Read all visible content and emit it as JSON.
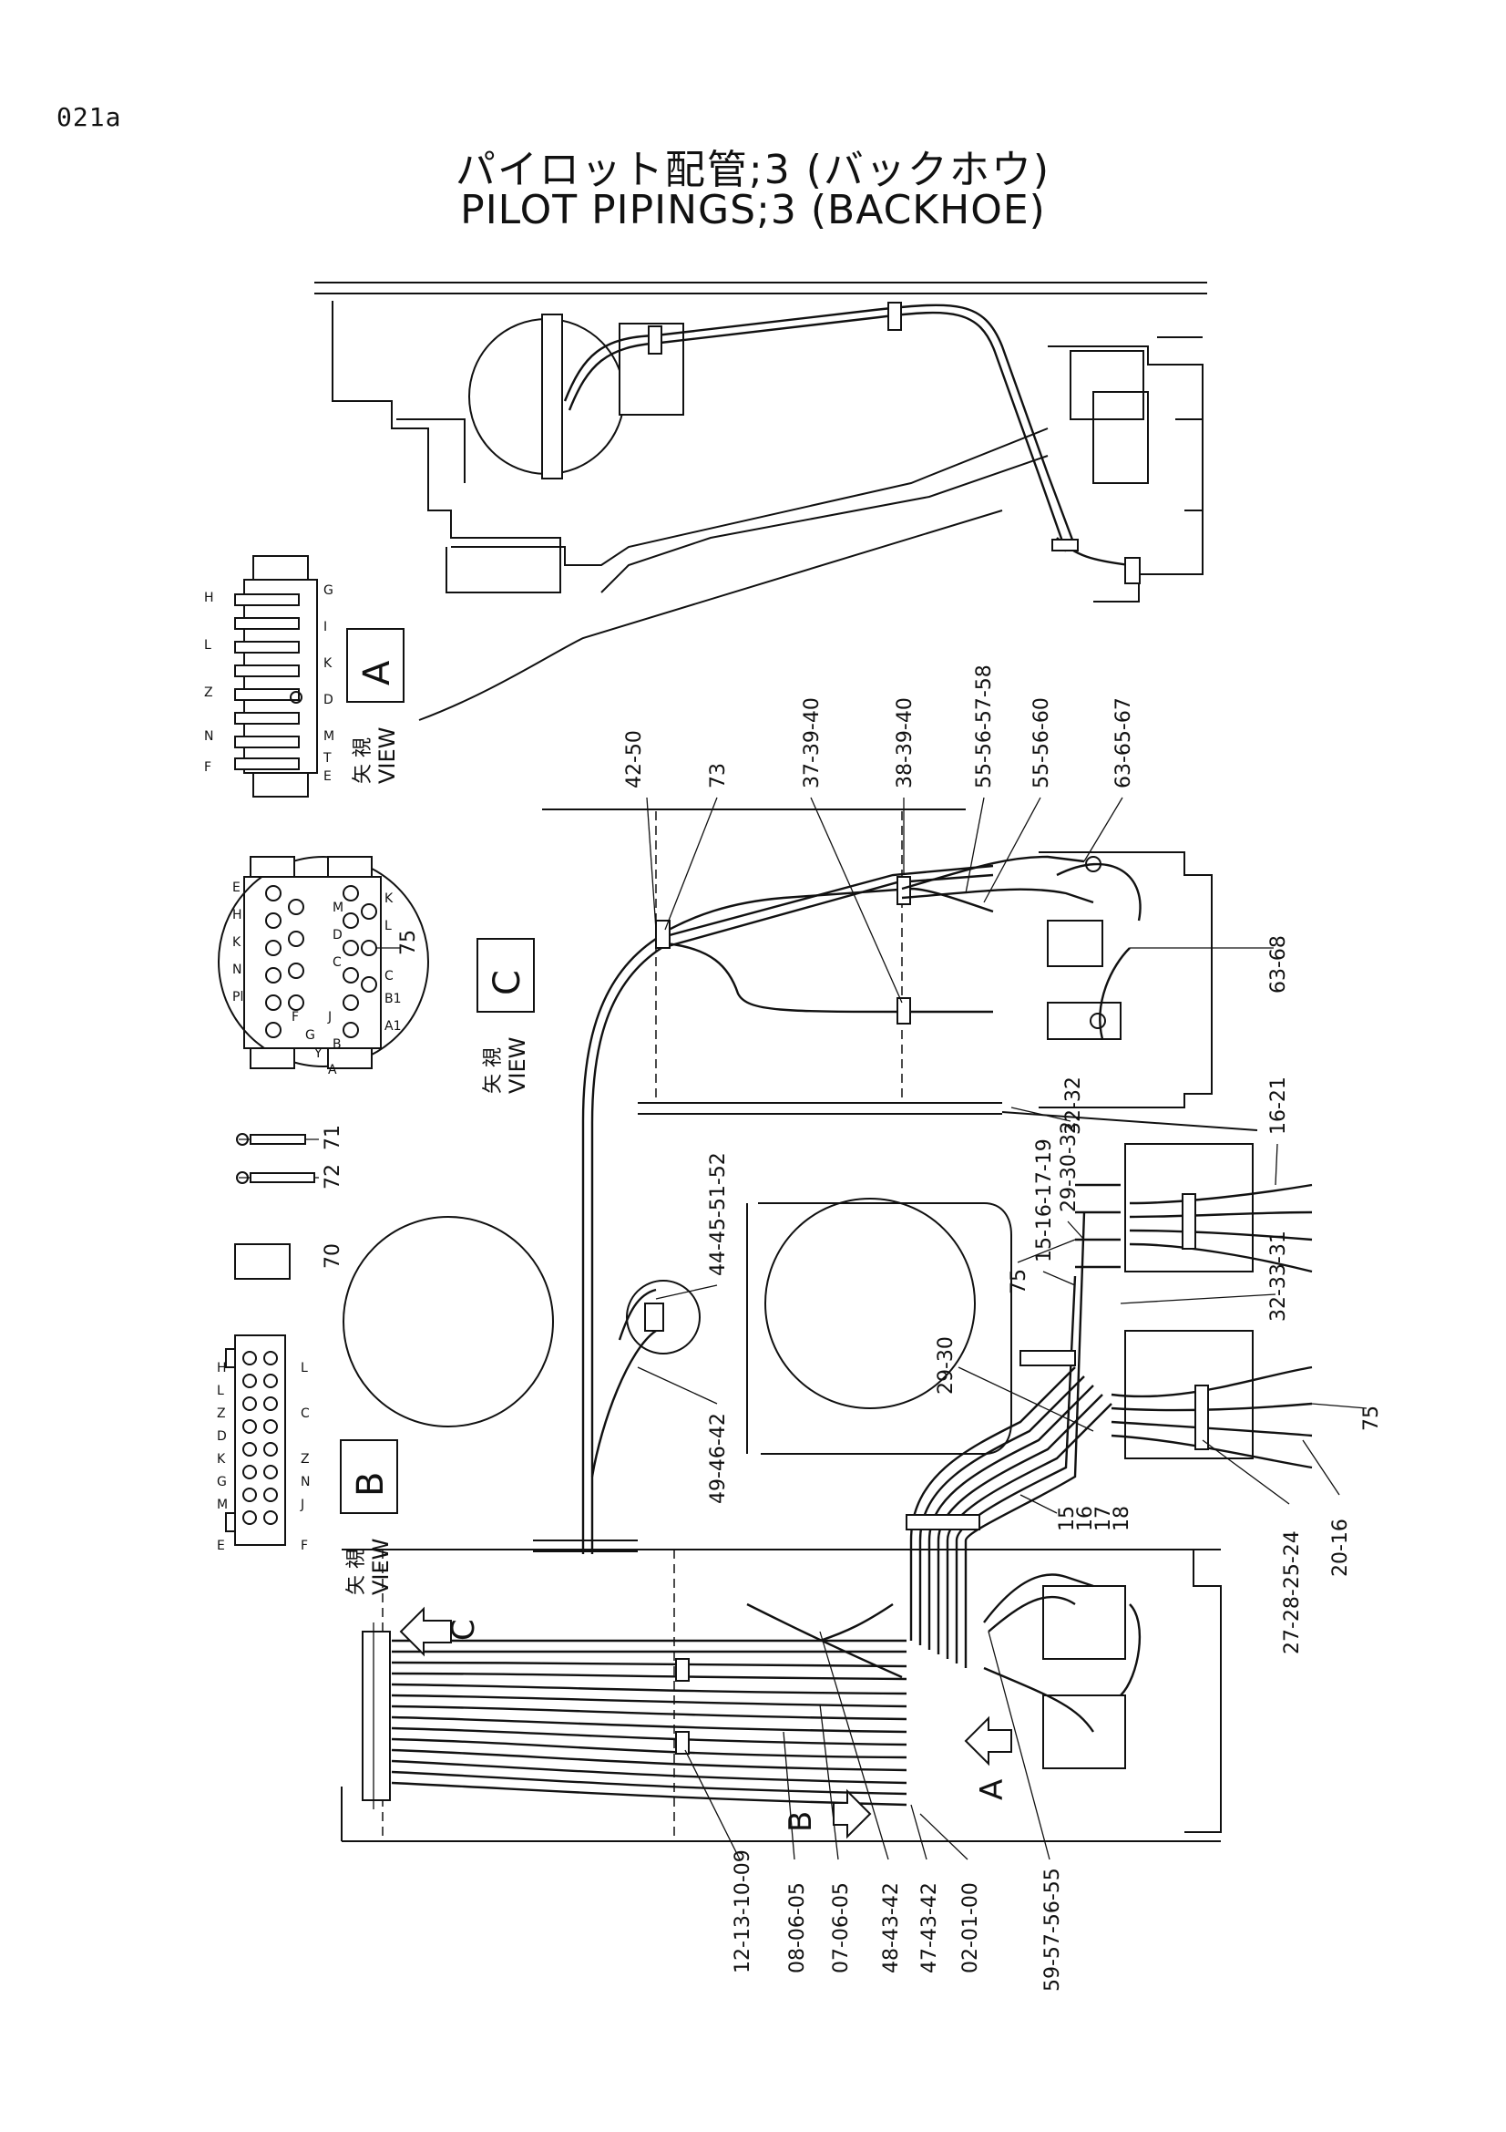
{
  "page": {
    "id": "021a"
  },
  "title": {
    "japanese": "パイロット配管;3 (バックホウ)",
    "english": "PILOT PIPINGS;3 (BACKHOE)"
  },
  "views": {
    "a": {
      "kanji": "矢 視",
      "label": "VIEW",
      "letter": "A",
      "ports_left": [
        "F",
        "N",
        "Z",
        "L",
        "H"
      ],
      "ports_right": [
        "G",
        "I",
        "K",
        "D",
        "M",
        "T",
        "E"
      ]
    },
    "b": {
      "kanji": "矢 視",
      "label": "VIEW",
      "letter": "B",
      "ports_left": [
        "E",
        "M",
        "G",
        "K",
        "D",
        "Z",
        "L",
        "H"
      ],
      "ports_right": [
        "F",
        "J",
        "N",
        "Z",
        "C",
        "L"
      ]
    },
    "c": {
      "kanji": "矢 視",
      "label": "VIEW",
      "letter": "C",
      "ports": [
        "E",
        "H",
        "K",
        "N",
        "Pl",
        "F",
        "G",
        "Y",
        "J",
        "M",
        "A",
        "B",
        "C",
        "D",
        "K",
        "L",
        "A1",
        "B1",
        "C"
      ],
      "callout": "75"
    }
  },
  "arrows": {
    "c": "C",
    "b": "B",
    "a": "A"
  },
  "parts_icons": {
    "p71": "71",
    "p72": "72",
    "p70": "70"
  },
  "callouts": {
    "c42_50": "42-50",
    "c73": "73",
    "c37_39_40": "37-39-40",
    "c38_39_40": "38-39-40",
    "c55_56_57_58": "55-56-57-58",
    "c55_56_60": "55-56-60",
    "c63_65_67": "63-65-67",
    "c63_68": "63-68",
    "c32_32": "32-32",
    "c16_21": "16-21",
    "c29_30_32": "29-30-32",
    "c15_16_17_19": "15-16-17-19",
    "c44_45_51_52": "44-45-51-52",
    "c75a": "75",
    "c32_33_31": "32-33-31",
    "c29_30": "29-30",
    "c49_46_42": "49-46-42",
    "c75b": "75",
    "c15": "15",
    "c16": "16",
    "c17": "17",
    "c18": "18",
    "c27_28_25_24": "27-28-25-24",
    "c20_16": "20-16",
    "c12_13_10_09": "12-13-10-09",
    "c08_06_05": "08-06-05",
    "c07_06_05": "07-06-05",
    "c48_43_42": "48-43-42",
    "c47_43_42": "47-43-42",
    "c02_01_00": "02-01-00",
    "c59_57_56_55": "59-57-56-55"
  }
}
